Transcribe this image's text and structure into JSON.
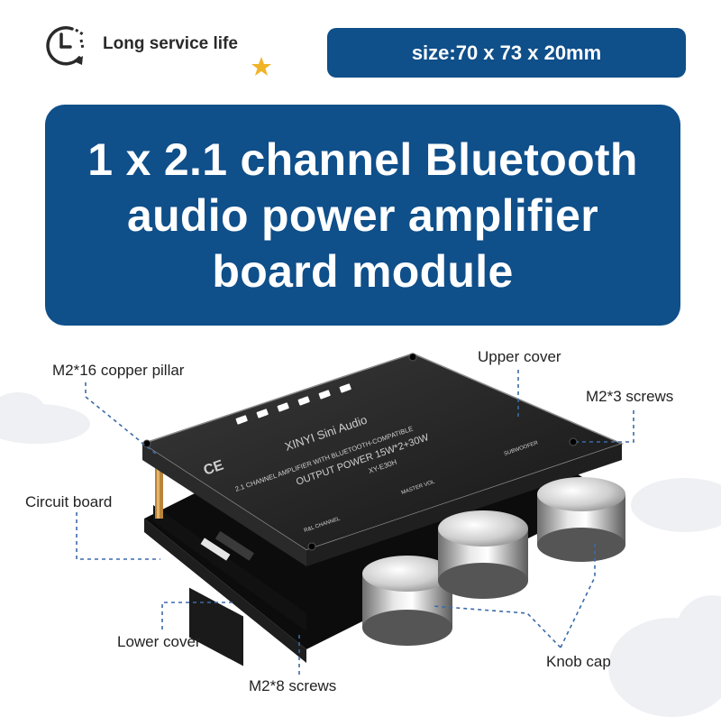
{
  "feature": {
    "icon": "clock-icon",
    "text": "Long service life",
    "badge_icon": "star-icon",
    "badge_color": "#f0b429"
  },
  "size_label": "size:70 x 73 x 20mm",
  "title_lines": [
    "1 x 2.1 channel Bluetooth",
    "audio power amplifier",
    "board module"
  ],
  "colors": {
    "accent": "#0f4f8a",
    "callout_line": "#3b6aa8"
  },
  "board_text": {
    "brand": "XINYI Sini Audio",
    "line1": "2.1 CHANNEL AMPLIFIER WITH BLUETOOTH-COMPATIBLE",
    "line2": "OUTPUT POWER 15W*2+30W",
    "model": "XY-E30H",
    "ce_mark": "CE",
    "knob_left": "R&L CHANNEL",
    "knob_mid": "MASTER VOL",
    "knob_right": "SUBWOOFER"
  },
  "callouts": {
    "copper_pillar": "M2*16 copper pillar",
    "upper_cover": "Upper cover",
    "m2x3_screws": "M2*3 screws",
    "circuit_board": "Circuit board",
    "lower_cover": "Lower cover",
    "knob_cap": "Knob cap",
    "m2x8_screws": "M2*8 screws"
  }
}
